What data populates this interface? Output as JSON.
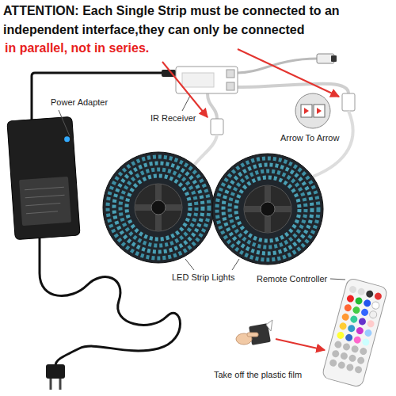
{
  "diagram": {
    "title": "ATTENTION: Each Single Strip must be connected to an independent interface,they can only be connected",
    "labels": [
      "in parallel, not in series.",
      "Power Adapter",
      "IR Receiver",
      "Arrow To Arrow",
      "LED Strip Lights",
      "Remote Controller",
      "Take off the plastic film"
    ]
  }
}
